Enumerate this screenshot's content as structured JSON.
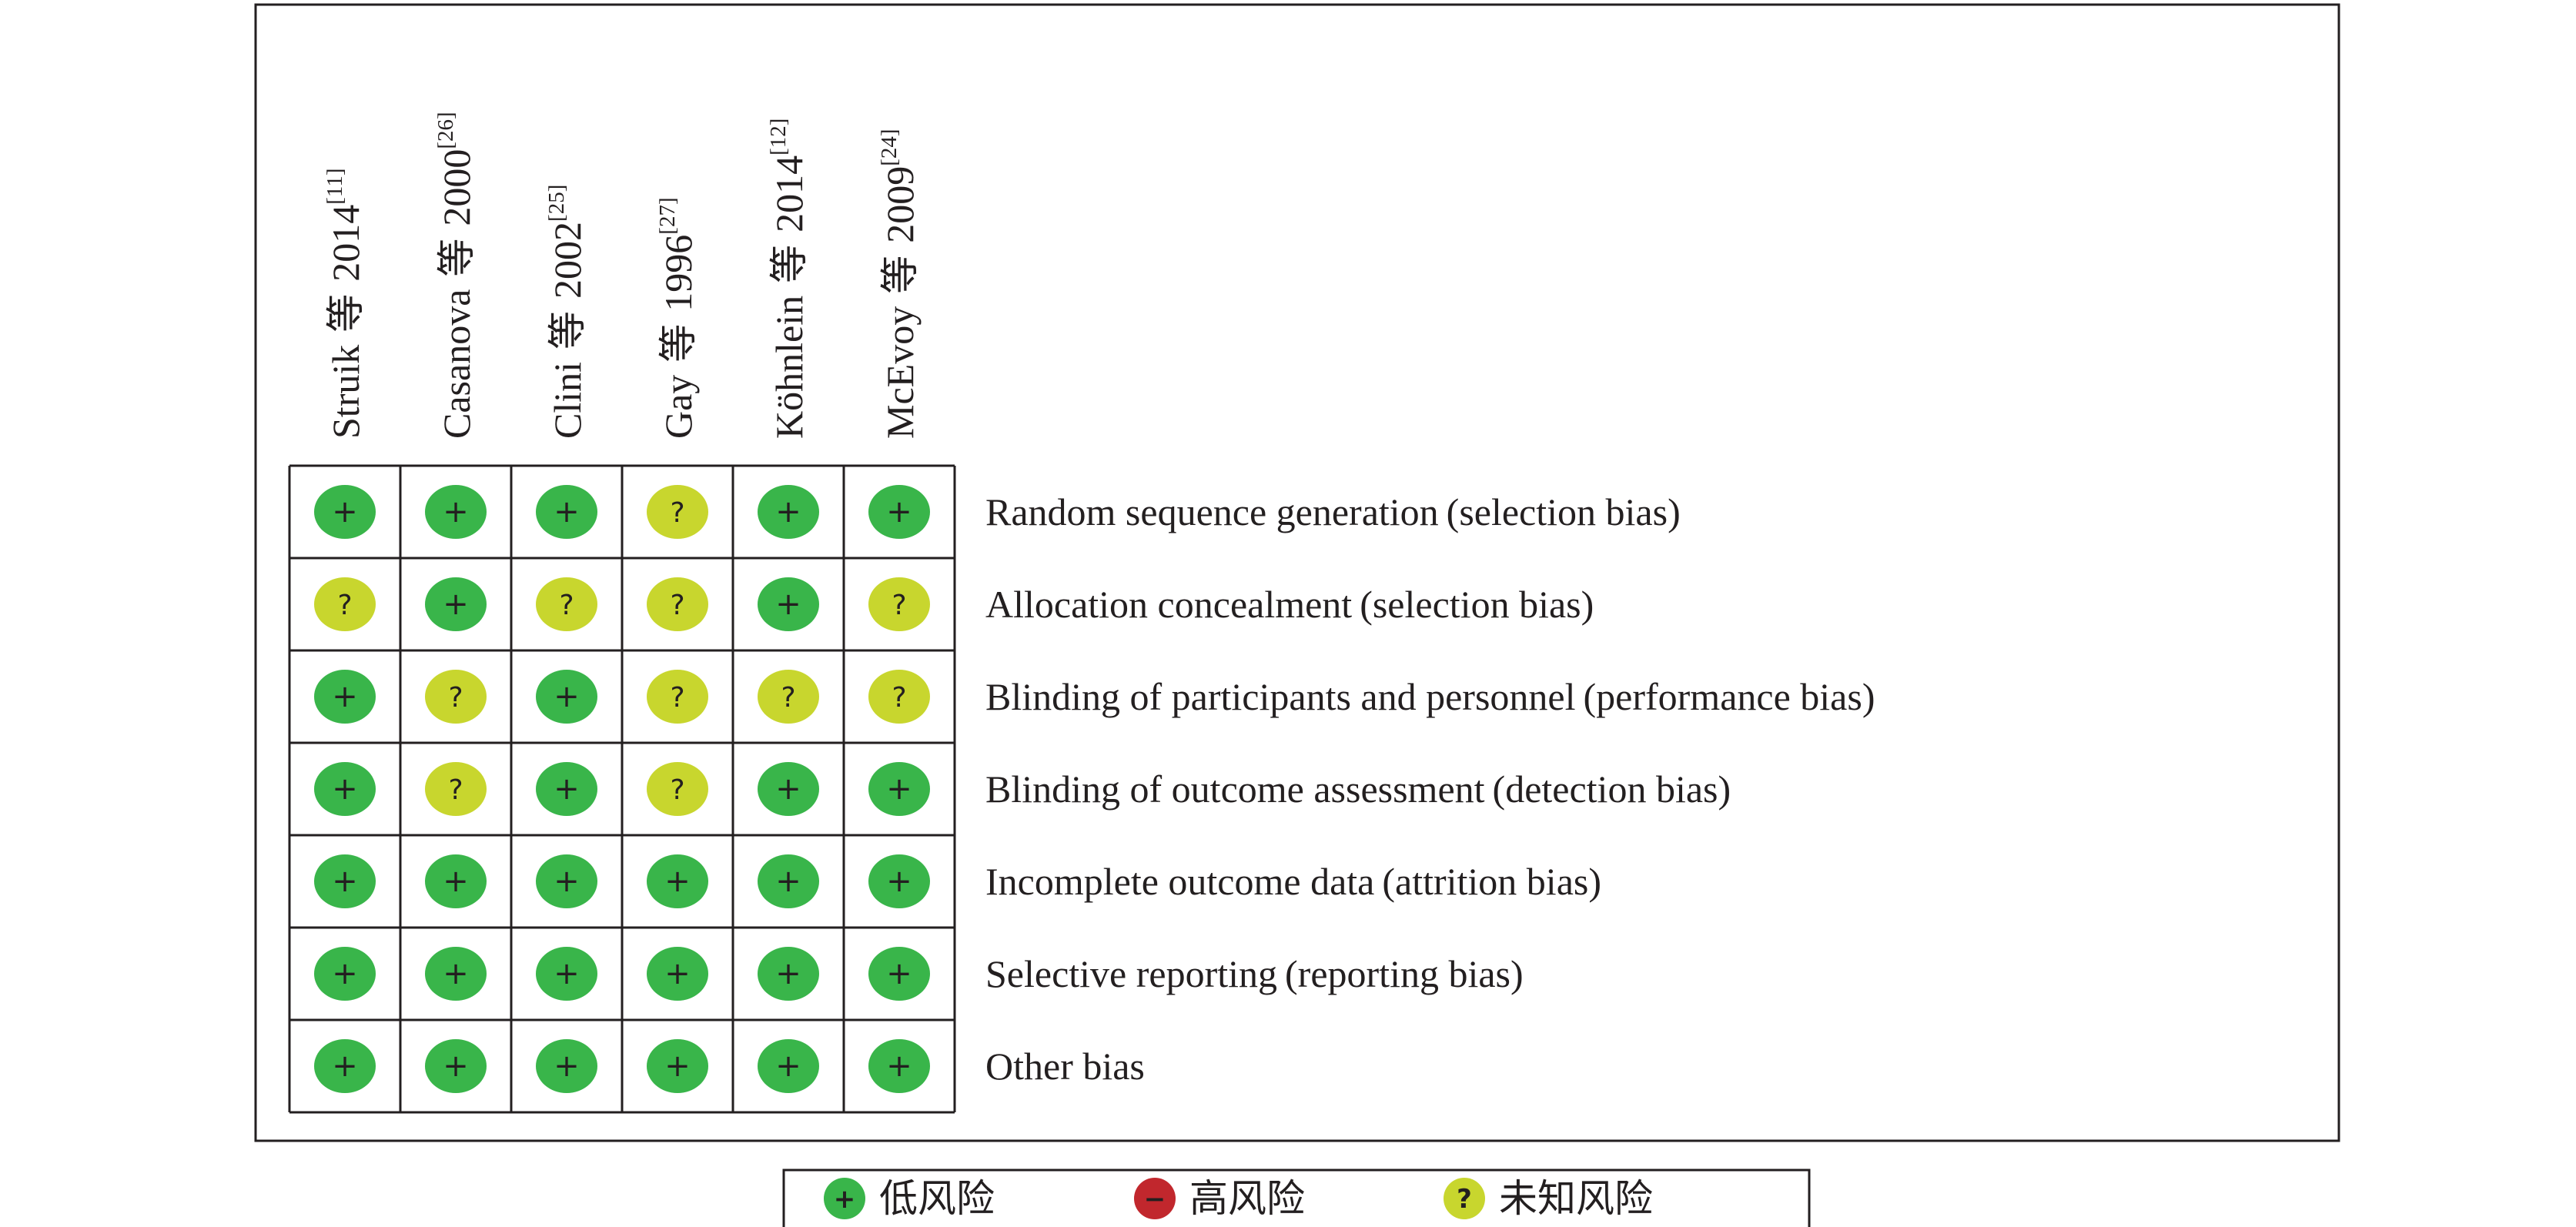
{
  "chart_data": {
    "type": "table",
    "studies": [
      {
        "author": "Struik",
        "deng": "等",
        "year": "2014",
        "ref": "[11]"
      },
      {
        "author": "Casanova",
        "deng": "等",
        "year": "2000",
        "ref": "[26]"
      },
      {
        "author": "Clini",
        "deng": "等",
        "year": "2002",
        "ref": "[25]"
      },
      {
        "author": "Gay",
        "deng": "等",
        "year": "1996",
        "ref": "[27]"
      },
      {
        "author": "Köhnlein",
        "deng": "等",
        "year": "2014",
        "ref": "[12]"
      },
      {
        "author": "McEvoy",
        "deng": "等",
        "year": "2009",
        "ref": "[24]"
      }
    ],
    "domains": [
      {
        "name": "Random sequence generation",
        "bias": "(selection bias)"
      },
      {
        "name": "Allocation concealment",
        "bias": "(selection bias)"
      },
      {
        "name": "Blinding of participants and personnel",
        "bias": "(performance bias)"
      },
      {
        "name": "Blinding of outcome assessment",
        "bias": "(detection bias)"
      },
      {
        "name": "Incomplete outcome data",
        "bias": "(attrition bias)"
      },
      {
        "name": "Selective reporting",
        "bias": "(reporting bias)"
      },
      {
        "name": "Other bias",
        "bias": ""
      }
    ],
    "judgements": [
      [
        "low",
        "low",
        "low",
        "unclear",
        "low",
        "low"
      ],
      [
        "unclear",
        "low",
        "unclear",
        "unclear",
        "low",
        "unclear"
      ],
      [
        "low",
        "unclear",
        "low",
        "unclear",
        "unclear",
        "unclear"
      ],
      [
        "low",
        "unclear",
        "low",
        "unclear",
        "low",
        "low"
      ],
      [
        "low",
        "low",
        "low",
        "low",
        "low",
        "low"
      ],
      [
        "low",
        "low",
        "low",
        "low",
        "low",
        "low"
      ],
      [
        "low",
        "low",
        "low",
        "low",
        "low",
        "low"
      ]
    ],
    "levels": {
      "low": {
        "symbol": "+",
        "color": "#39b54a",
        "legend_label": "低风险"
      },
      "high": {
        "symbol": "−",
        "color": "#c1272d",
        "legend_label": "高风险"
      },
      "unclear": {
        "symbol": "?",
        "color": "#c8d62e",
        "legend_label": "未知风险"
      }
    },
    "legend_order": [
      "low",
      "high",
      "unclear"
    ],
    "legend_placement": "bottom",
    "title": ""
  }
}
